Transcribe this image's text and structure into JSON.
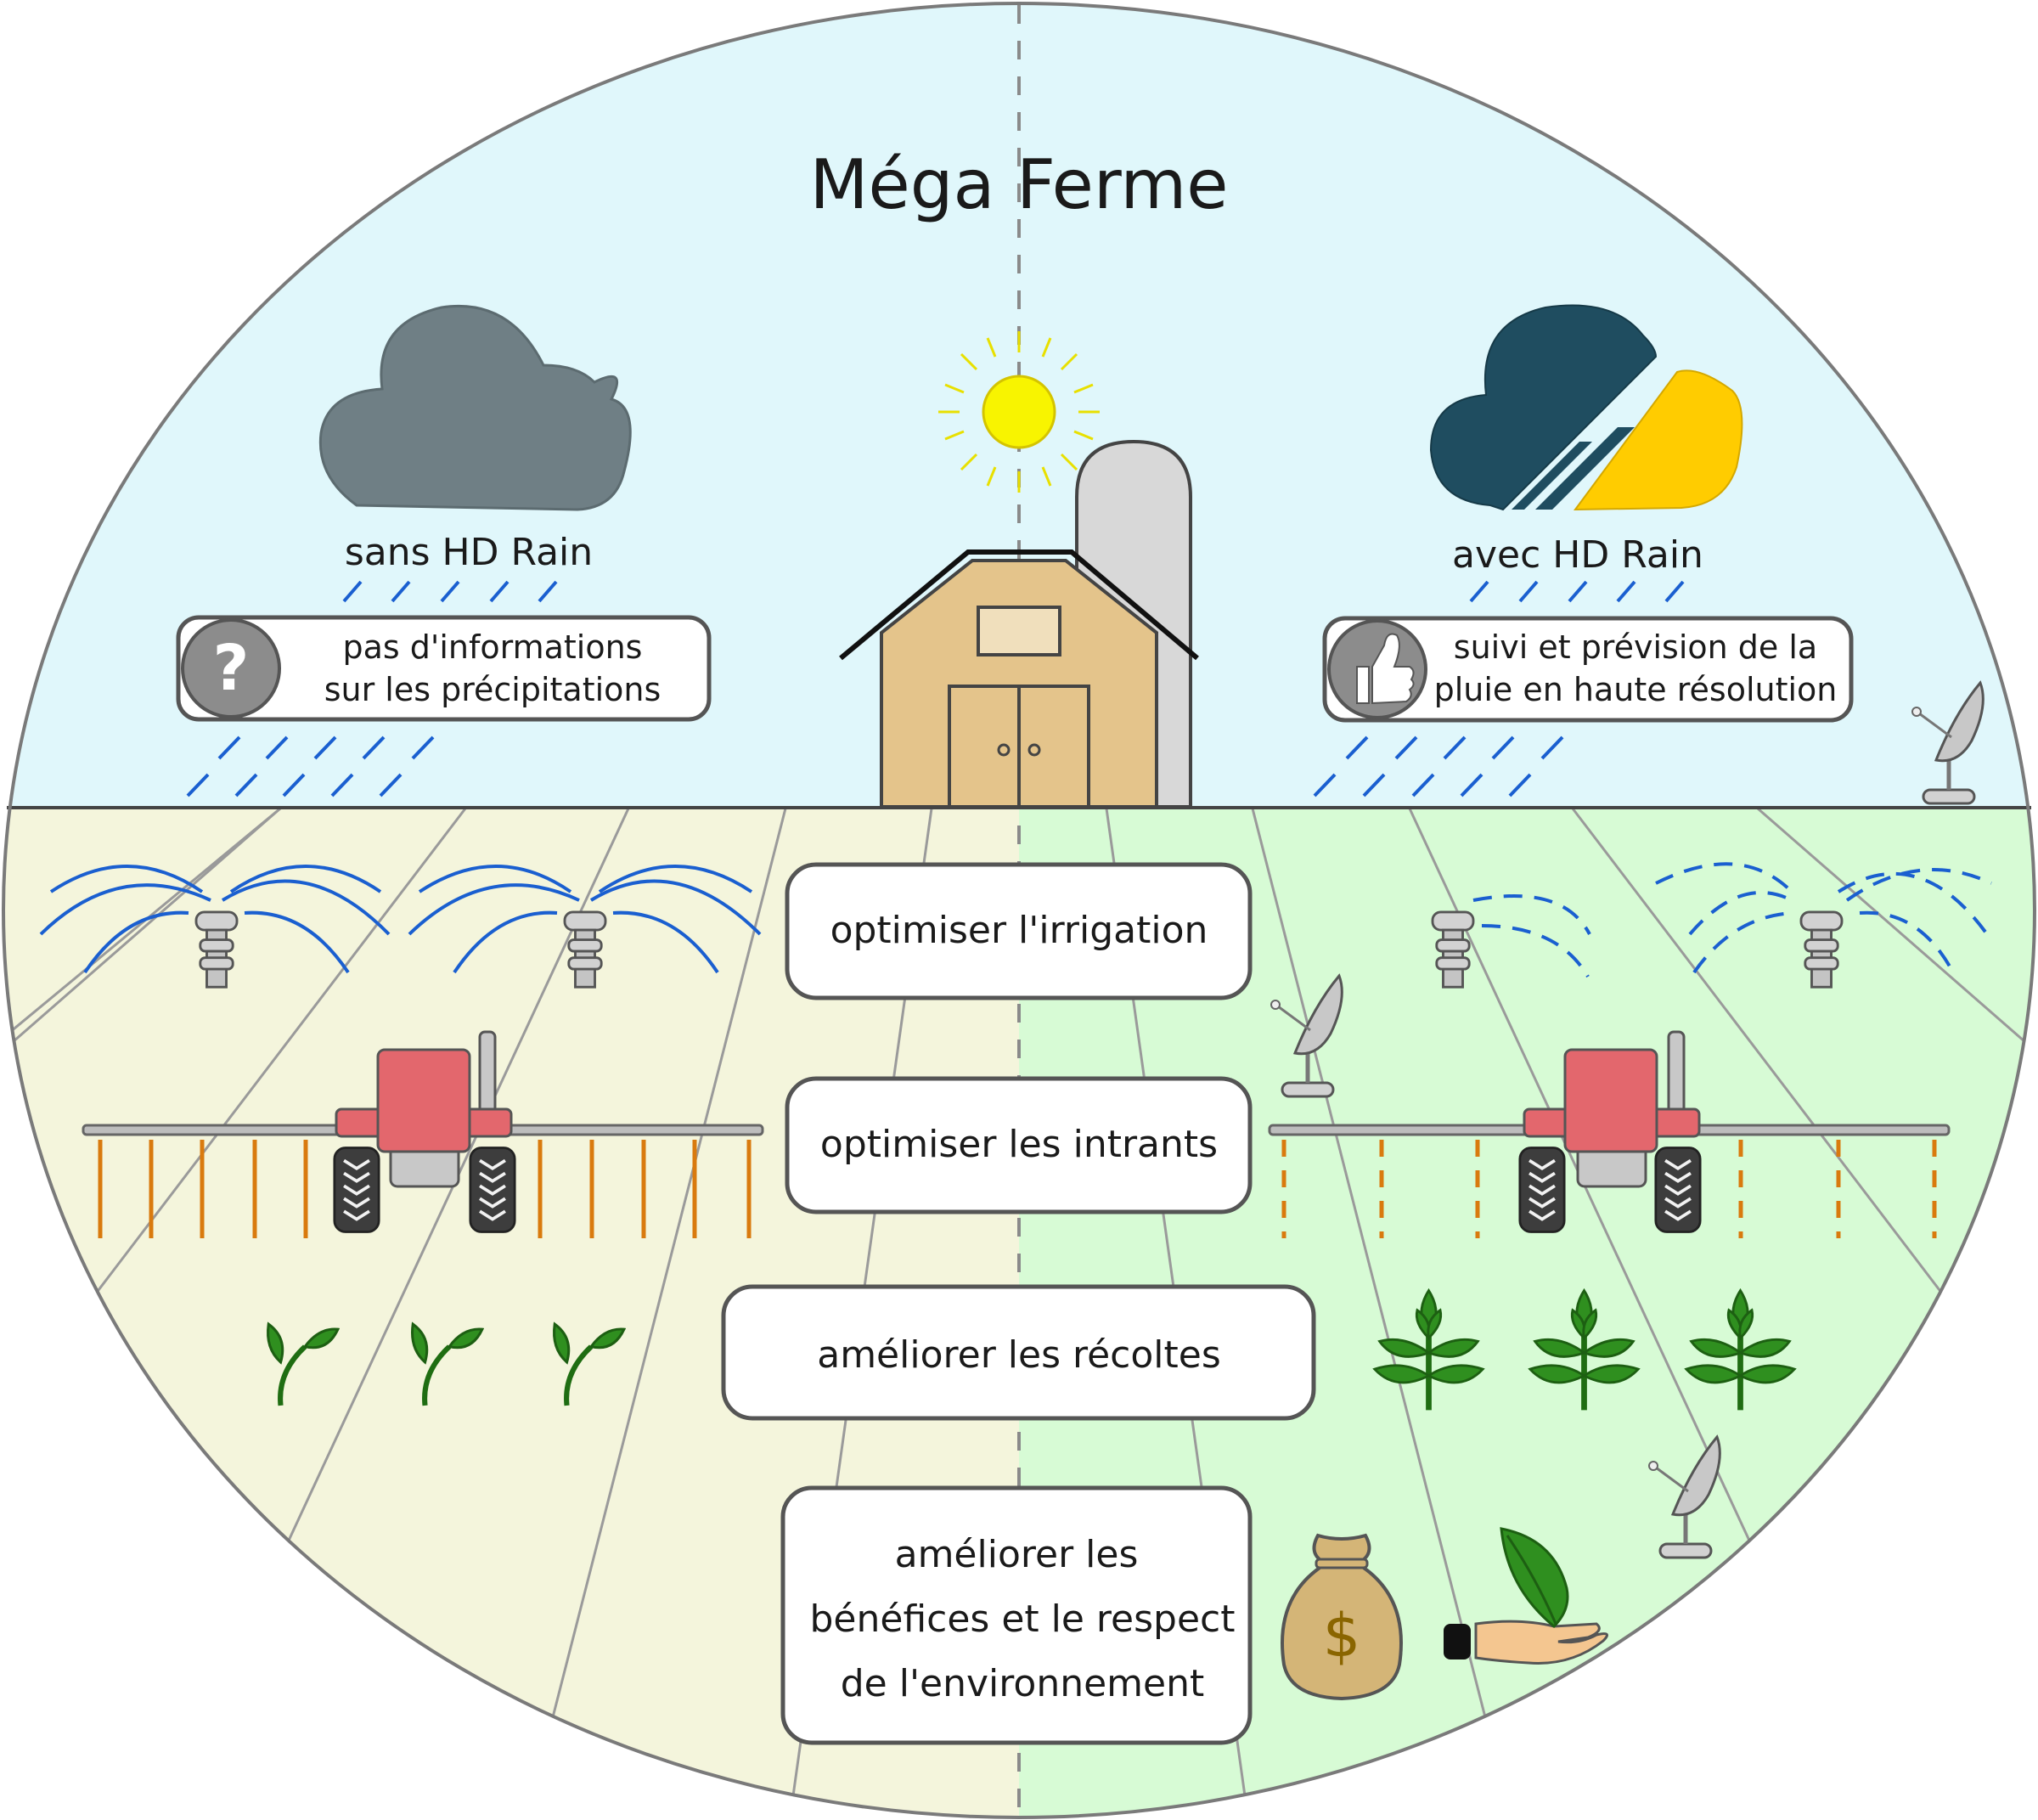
{
  "title": "Méga Ferme",
  "left": {
    "label": "sans HD Rain",
    "callout_line1": "pas d'informations",
    "callout_line2": "sur les précipitations",
    "callout_icon": "question-icon"
  },
  "right": {
    "label": "avec HD Rain",
    "callout_line1": "suivi et prévision de la",
    "callout_line2": "pluie en haute résolution",
    "callout_icon": "thumbs-up-icon"
  },
  "benefits": {
    "irrigation": "optimiser l'irrigation",
    "inputs": "optimiser les intrants",
    "harvest": "améliorer les récoltes",
    "profit_line1": "améliorer les",
    "profit_line2": "bénéfices et le respect",
    "profit_line3": "de l'environnement"
  },
  "colors": {
    "sky": "#e0f7fb",
    "field_left": "#f4f5dc",
    "field_right": "#d7fbd5",
    "rain": "#1a5fd0",
    "cloud_grey": "#6f7f85",
    "cloud_dark": "#1f4d60",
    "sun_yellow": "#ffcc00",
    "tractor_red": "#e3676d",
    "spray_orange": "#d97a0e",
    "plant_green": "#2f8f1f",
    "barn": "#e4c48b"
  }
}
